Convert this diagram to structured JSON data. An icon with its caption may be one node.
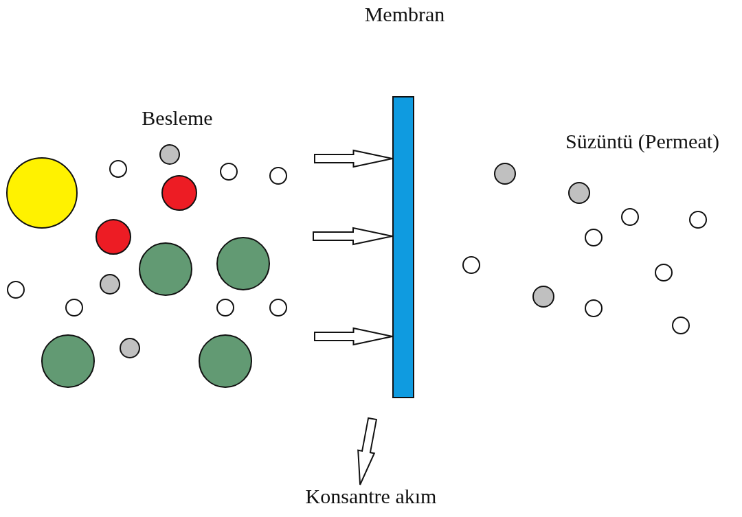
{
  "diagram": {
    "nodes": [
      {
        "text": [
          "Membran"
        ]
      },
      {
        "text": [
          "Konsantre akım"
        ]
      }
    ],
    "edges": [
      {
        "from": null,
        "to": 0,
        "arrow": "to"
      },
      {
        "from": null,
        "to": 0,
        "arrow": "to"
      },
      {
        "from": null,
        "to": 0,
        "arrow": "to"
      },
      {
        "from": null,
        "to": 1,
        "arrow": "to"
      }
    ],
    "labels": [
      "Besleme",
      "Süzüntü (Permeat)"
    ]
  }
}
